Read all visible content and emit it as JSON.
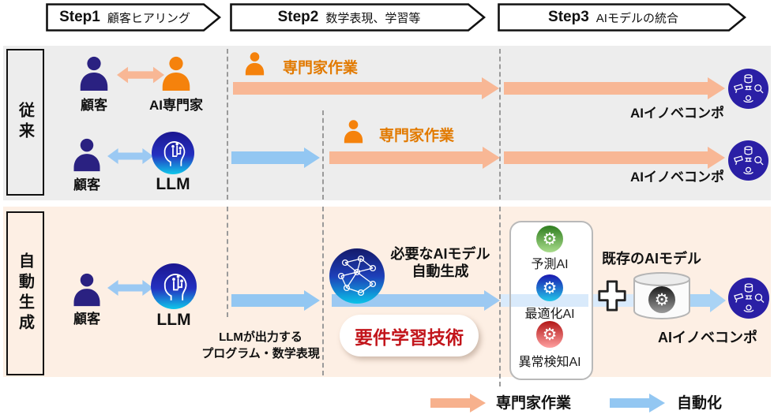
{
  "steps": [
    {
      "step": "Step1",
      "desc": "顧客ヒアリング"
    },
    {
      "step": "Step2",
      "desc": "数学表現、学習等"
    },
    {
      "step": "Step3",
      "desc": "AIモデルの統合"
    }
  ],
  "sections": {
    "conventional": "従来",
    "auto": "自動生成"
  },
  "labels": {
    "customer": "顧客",
    "ai_expert": "AI専門家",
    "llm": "LLM",
    "expert_work": "専門家作業",
    "innov": "AIイノベコンポ",
    "gen1": "必要なAIモデル",
    "gen2": "自動生成",
    "note1": "LLMが出力する",
    "note2": "プログラム・数学表現",
    "badge": "要件学習技術",
    "existing": "既存のAIモデル"
  },
  "ai_models": [
    {
      "name": "予測AI",
      "color": "#2E7D1E"
    },
    {
      "name": "最適化AI",
      "color": "#1A17B0"
    },
    {
      "name": "異常検知AI",
      "color": "#B21616"
    }
  ],
  "legend": {
    "expert": "専門家作業",
    "auto": "自動化"
  },
  "icons": {
    "gear": "⚙"
  },
  "colors": {
    "expert_arrow": "#F8B795",
    "auto_arrow": "#93C7F2",
    "auto_band": "#D9EAFB",
    "expert_text": "#E27A00",
    "badge_text": "#C2151B",
    "innov_circle": "#2A1FA5",
    "navy_person": "#2A2181",
    "orange_person": "#F5820C",
    "section_gray": "#EDEDED",
    "section_pink": "#FDEFE4"
  }
}
